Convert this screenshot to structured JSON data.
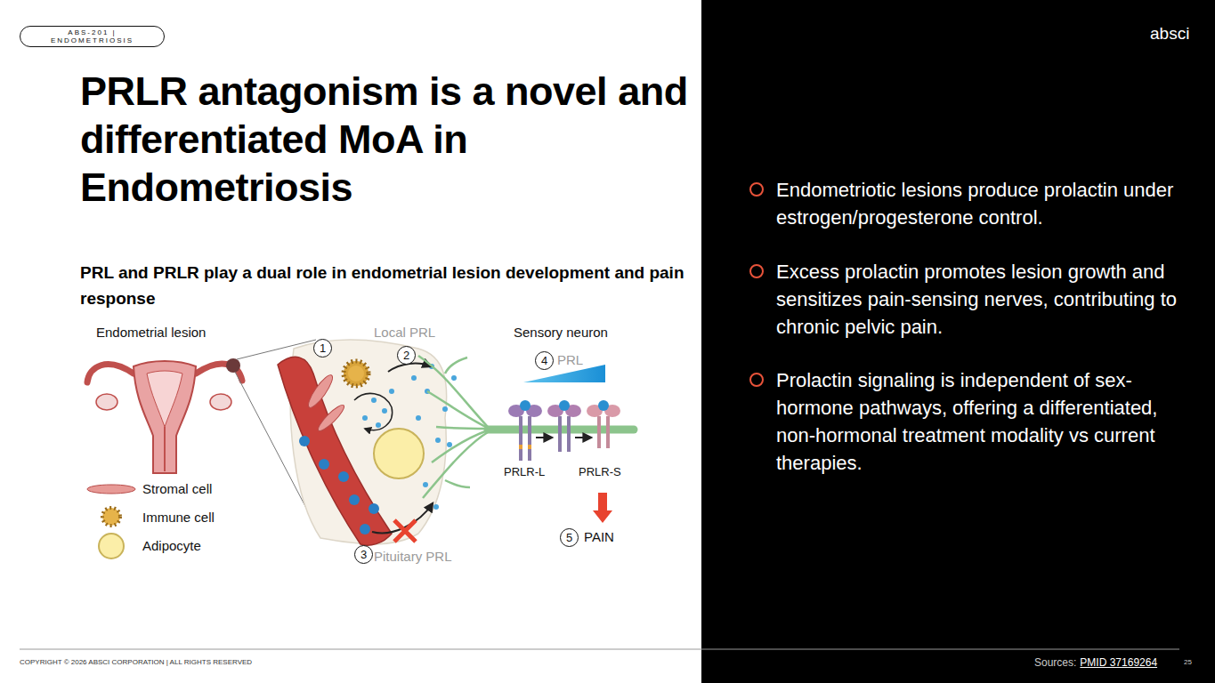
{
  "diagram": {
    "title": "PRLR antagonism is a novel and differentiated MoA in Endometriosis",
    "nodes": [
      {
        "text": [
          "ABS-201 | ENDOMETRIOSIS"
        ]
      },
      {
        "text": [
          "1"
        ]
      },
      {
        "text": [
          "2"
        ]
      },
      {
        "text": [
          "3"
        ]
      },
      {
        "text": [
          "4"
        ]
      },
      {
        "text": [
          "5"
        ]
      }
    ],
    "labels": [
      "absci",
      "PRL and PRLR play a dual role in endometrial lesion development and pain response",
      "Endometrial lesion",
      "Local PRL",
      "Sensory neuron",
      "PRL",
      "PRLR-L",
      "PRLR-S",
      "PAIN",
      "Pituitary PRL",
      "Endometriotic lesions produce prolactin under estrogen/progesterone control.",
      "Excess prolactin promotes lesion growth and sensitizes pain-sensing nerves, contributing to chronic pelvic pain.",
      "Prolactin signaling is independent of sex-hormone pathways, offering a differentiated, non-hormonal treatment modality vs current therapies.",
      "COPYRIGHT © 2026 ABSCI CORPORATION | ALL RIGHTS RESERVED",
      "Sources:",
      "PMID 37169264",
      "25"
    ],
    "legend": [
      {
        "text": "Stromal cell"
      },
      {
        "text": "Immune cell"
      },
      {
        "text": "Adipocyte"
      }
    ]
  }
}
